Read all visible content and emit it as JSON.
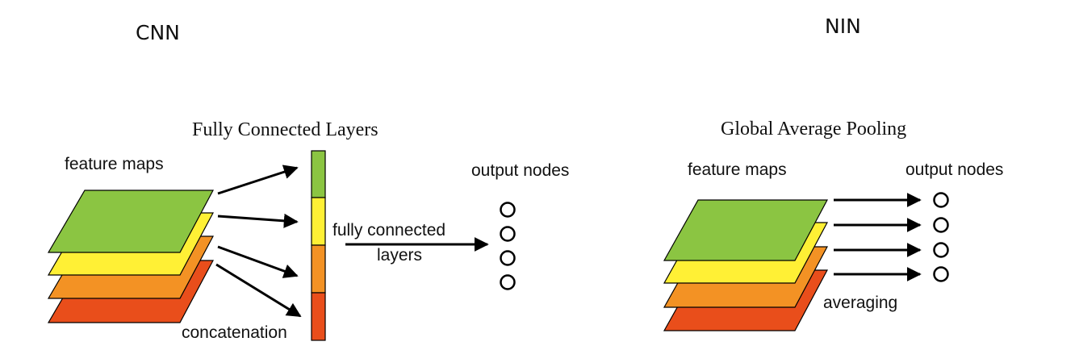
{
  "headings": {
    "left": "CNN",
    "right": "NIN"
  },
  "cnn": {
    "title": "Fully Connected Layers",
    "feature_maps_label": "feature maps",
    "output_nodes_label": "output nodes",
    "fc_label_line1": "fully connected",
    "fc_label_line2": "layers",
    "concat_label": "concatenation",
    "layer_colors": [
      "#e94e1b",
      "#f39224",
      "#fff035",
      "#8bc542"
    ],
    "vector_colors": [
      "#8bc542",
      "#fff035",
      "#f39224",
      "#e94e1b"
    ],
    "output_node_count": 4
  },
  "nin": {
    "title": "Global Average Pooling",
    "feature_maps_label": "feature maps",
    "output_nodes_label": "output nodes",
    "averaging_label": "averaging",
    "layer_colors": [
      "#e94e1b",
      "#f39224",
      "#fff035",
      "#8bc542"
    ],
    "output_node_count": 4
  }
}
